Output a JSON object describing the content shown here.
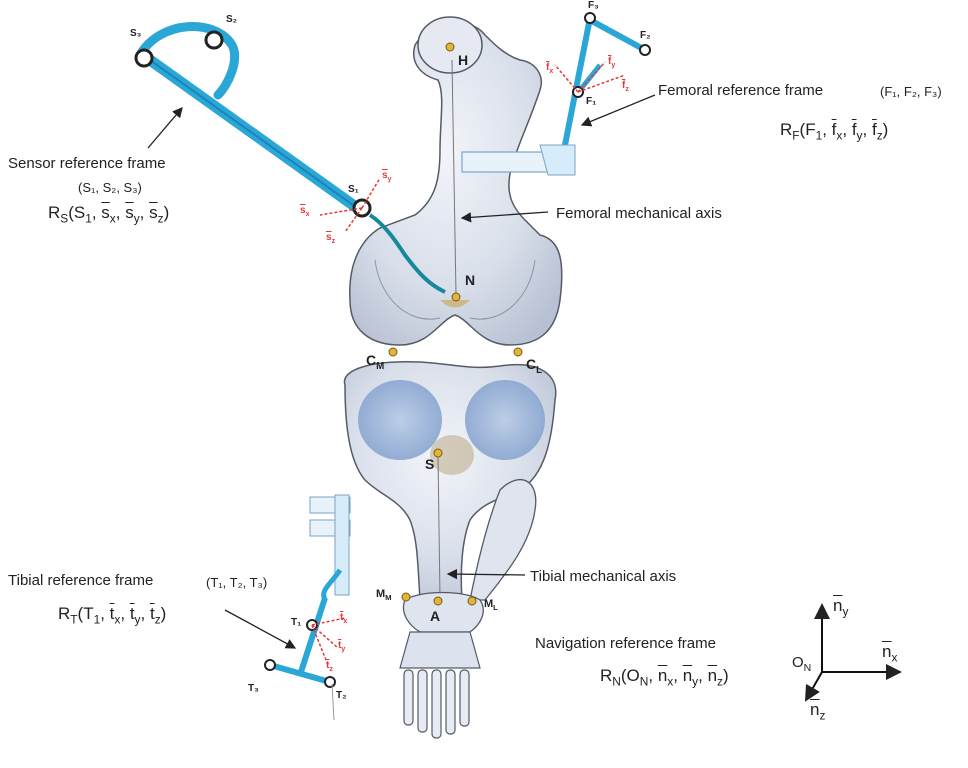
{
  "sensor": {
    "caption": "Sensor reference frame",
    "points": "(S₁, S₂, S₃)",
    "frame_prefix": "R",
    "frame_sub": "S",
    "frame_origin": "(S",
    "origin_sub": "1",
    "vec_x": "s",
    "vec_y": "s",
    "vec_z": "s",
    "markers": {
      "s1": "S₁",
      "s2": "S₂",
      "s3": "S₃",
      "ax_x": "s",
      "ax_y": "s",
      "ax_z": "s"
    }
  },
  "femoral": {
    "caption": "Femoral reference frame",
    "points": "(F₁, F₂, F₃)",
    "frame_prefix": "R",
    "frame_sub": "F",
    "frame_origin": "(F",
    "origin_sub": "1",
    "vec_x": "f",
    "vec_y": "f",
    "vec_z": "f",
    "markers": {
      "f1": "F₁",
      "f2": "F₂",
      "f3": "F₃",
      "ax_x": "f",
      "ax_y": "f",
      "ax_z": "f"
    },
    "axis_label": "Femoral mechanical axis"
  },
  "tibial": {
    "caption": "Tibial reference frame",
    "points": "(T₁, T₂, T₃)",
    "frame_prefix": "R",
    "frame_sub": "T",
    "frame_origin": "(T",
    "origin_sub": "1",
    "vec_x": "t",
    "vec_y": "t",
    "vec_z": "t",
    "markers": {
      "t1": "T₁",
      "t2": "T₂",
      "t3": "T₃",
      "ax_x": "t",
      "ax_y": "t",
      "ax_z": "t"
    },
    "axis_label": "Tibial mechanical axis"
  },
  "navigation": {
    "caption": "Navigation reference frame",
    "frame_prefix": "R",
    "frame_sub": "N",
    "frame_origin": "(O",
    "origin_sub": "N",
    "vec_x": "n",
    "vec_y": "n",
    "vec_z": "n",
    "origin_label": "O",
    "origin_label_sub": "N",
    "axis_x": "n",
    "axis_x_sub": "x",
    "axis_y": "n",
    "axis_y_sub": "y",
    "axis_z": "n",
    "axis_z_sub": "z"
  },
  "landmarks": {
    "H": "H",
    "N": "N",
    "CM": "C",
    "CM_sub": "M",
    "CL": "C",
    "CL_sub": "L",
    "S": "S",
    "MM": "M",
    "MM_sub": "M",
    "ML": "M",
    "ML_sub": "L",
    "A": "A"
  },
  "subscripts": {
    "x": "x",
    "y": "y",
    "z": "z"
  },
  "colors": {
    "instrument": "#2aa7d6",
    "instrument_dark": "#1b85b5",
    "bone_fill": "#dde3ee",
    "bone_stroke": "#555b66",
    "cartilage": "#9fb9dc",
    "marker": "#e3b43a",
    "axis_red": "#e23a3a"
  }
}
